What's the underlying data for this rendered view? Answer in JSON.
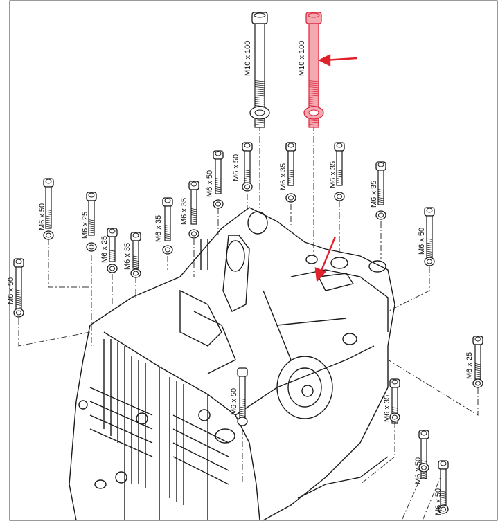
{
  "diagram": {
    "bolts": [
      {
        "id": "b1",
        "label": "M10 x 100",
        "highlight": false
      },
      {
        "id": "b2",
        "label": "M10 x 100",
        "highlight": true
      },
      {
        "id": "b3",
        "label": "M6 x 50"
      },
      {
        "id": "b4",
        "label": "M6 x 50"
      },
      {
        "id": "b5",
        "label": "M6 x 35"
      },
      {
        "id": "b6",
        "label": "M6 x 35"
      },
      {
        "id": "b7",
        "label": "M6 x 35"
      },
      {
        "id": "b8",
        "label": "M6 x 50"
      },
      {
        "id": "b9",
        "label": "M6 x 35"
      },
      {
        "id": "b10",
        "label": "M6 x 35"
      },
      {
        "id": "b11",
        "label": "M6 x 25"
      },
      {
        "id": "b12",
        "label": "M6 x 25"
      },
      {
        "id": "b13",
        "label": "M6 x 35"
      },
      {
        "id": "b14",
        "label": "M6 x 50"
      },
      {
        "id": "b15",
        "label": "M6 x 50"
      },
      {
        "id": "b16",
        "label": "M6 x 25"
      },
      {
        "id": "b17",
        "label": "M6 x 50"
      },
      {
        "id": "b18",
        "label": "M6 x 35"
      },
      {
        "id": "b19",
        "label": "M6 x 50"
      },
      {
        "id": "b20",
        "label": "M6 x 50"
      }
    ],
    "colors": {
      "line": "#1a1a1a",
      "highlight_fill": "#f4a9b0",
      "highlight_stroke": "#d9233b",
      "arrow": "#e0202b"
    }
  }
}
